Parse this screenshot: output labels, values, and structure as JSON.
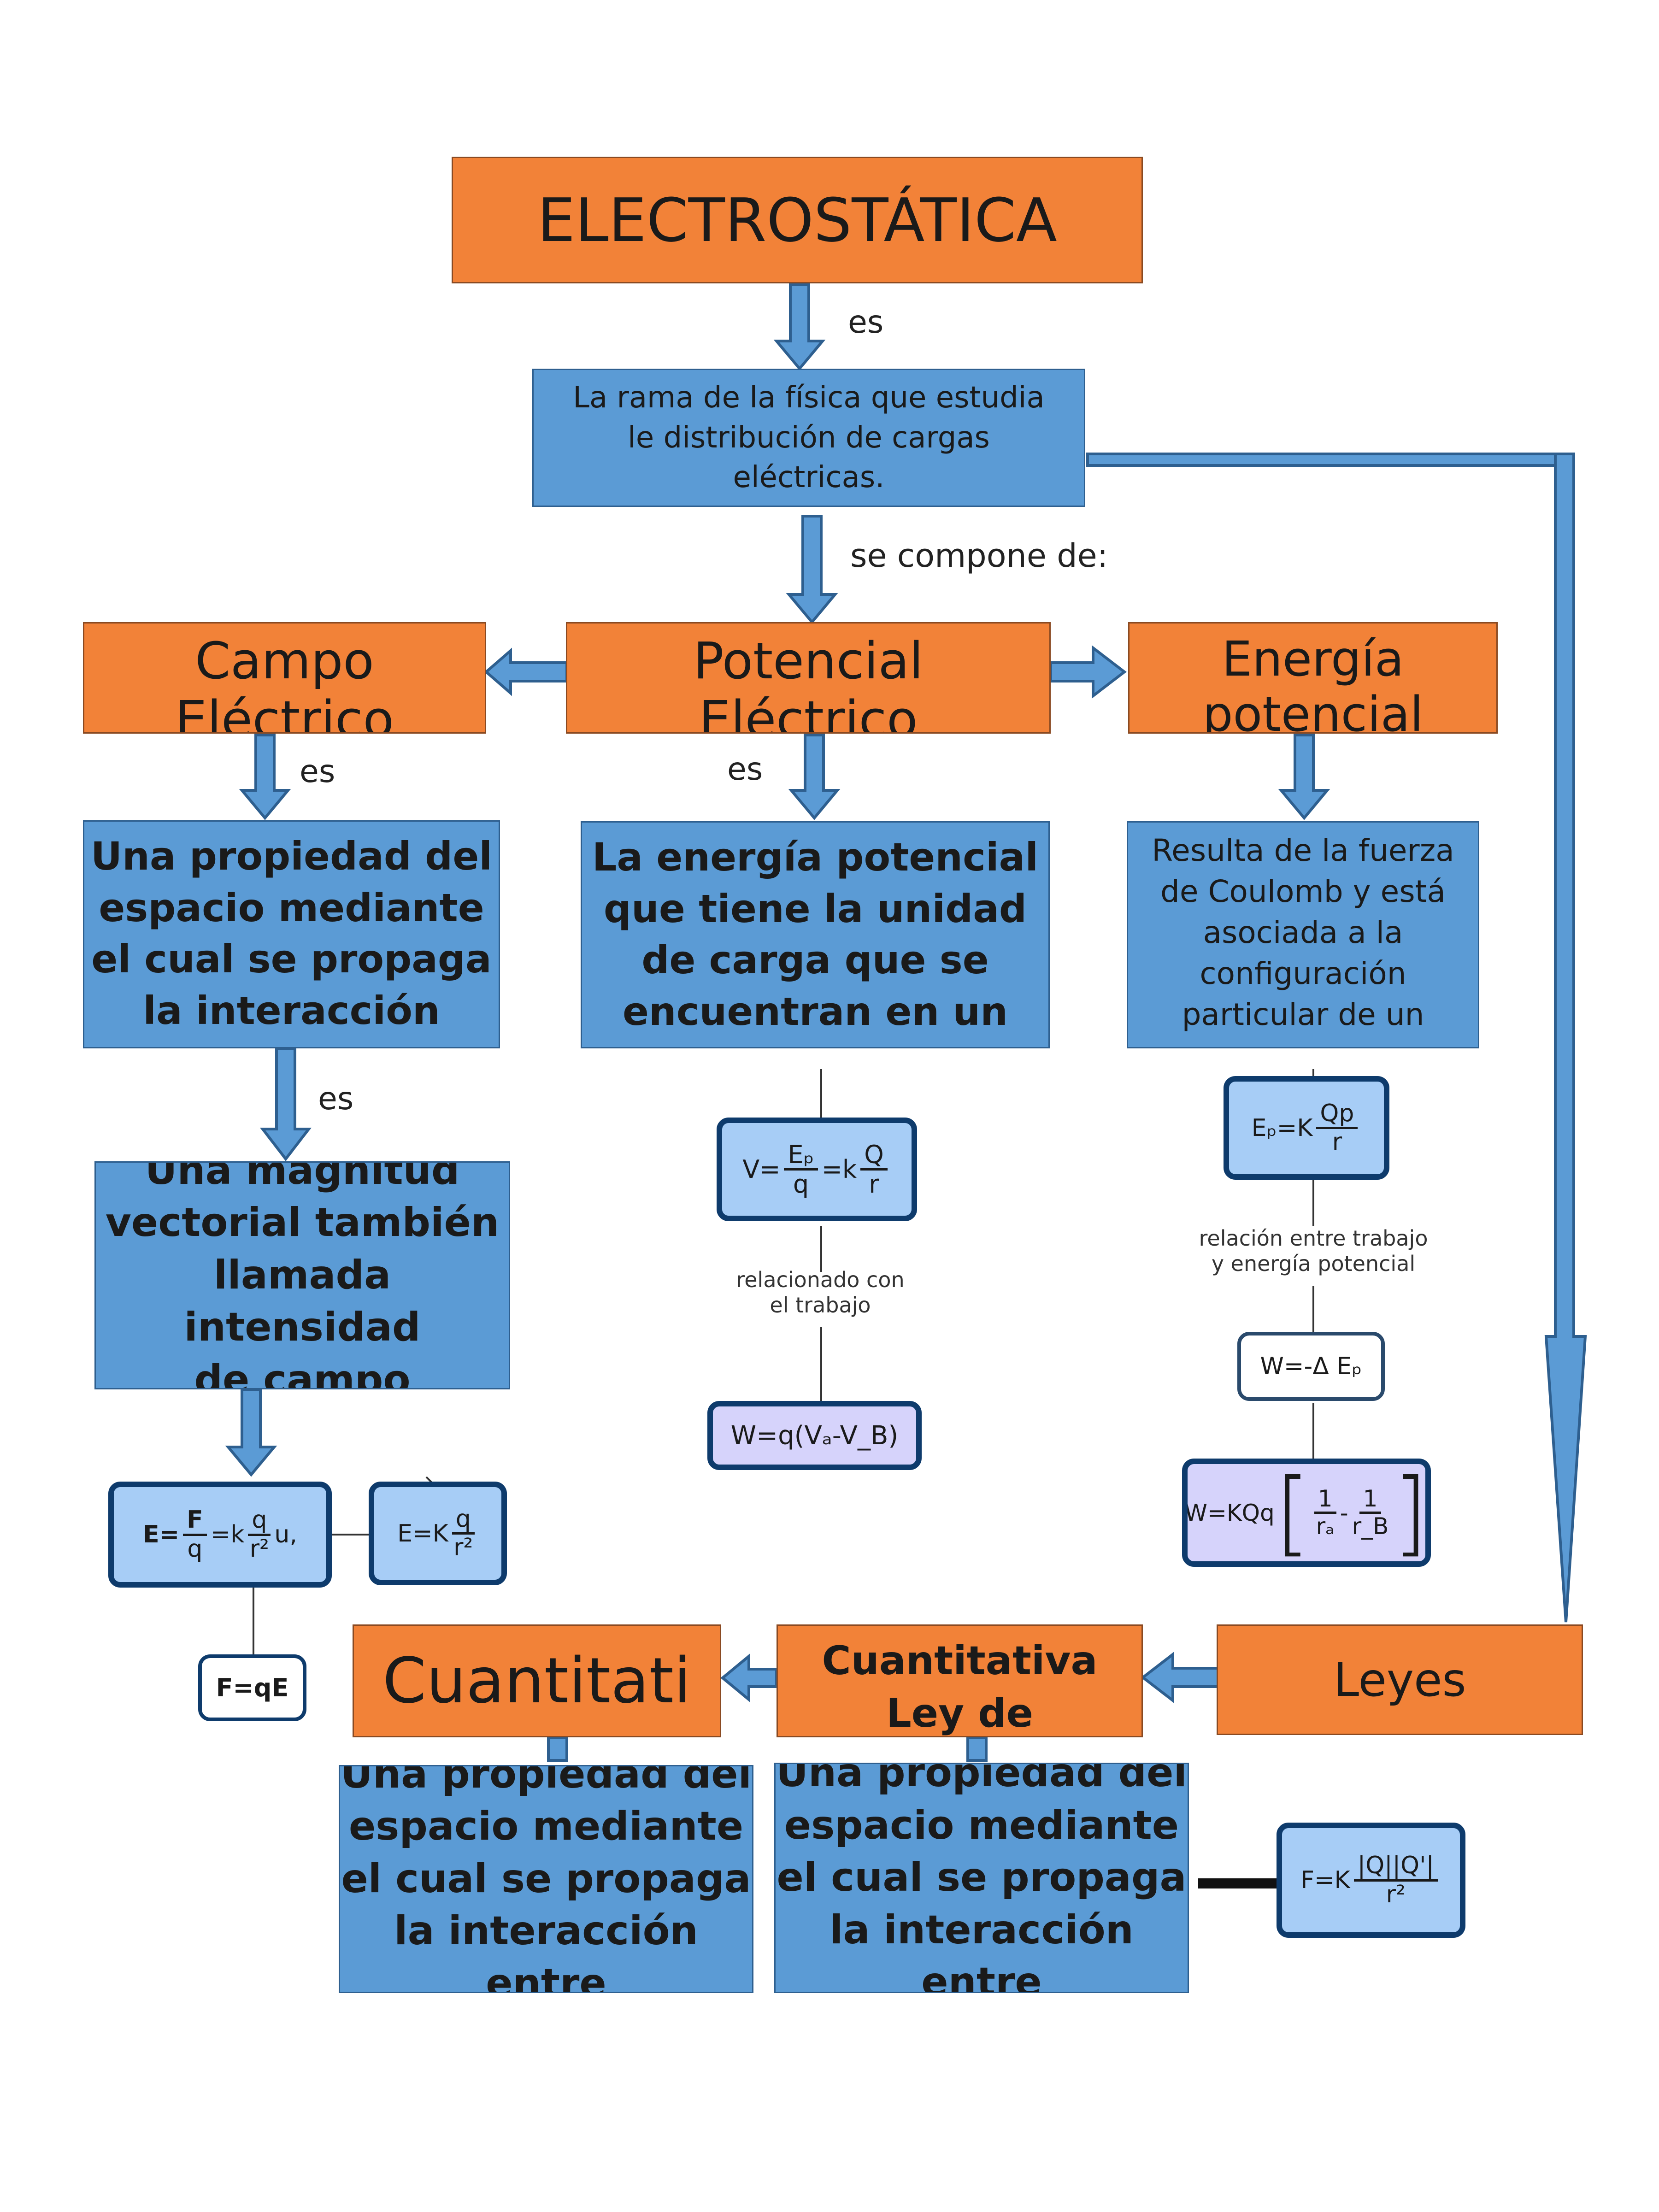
{
  "title": "ELECTROSTÁTICA",
  "link_es": "es",
  "definition": "La rama de la física que estudia\nle distribución  de cargas\neléctricas.",
  "link_compone": "se compone  de:",
  "campo": {
    "title": "Campo\nEléctrico",
    "link_es": "es",
    "desc": "Una propiedad del\nespacio mediante\nel cual se propaga\nla interacción entre",
    "link_es2": "es",
    "desc2": "Una magnitud\nvectorial también\nllamada intensidad\nde campo"
  },
  "potencial": {
    "title": "Potencial\nEléctrico",
    "link_es": "es",
    "desc": "La energía potencial\nque tiene la unidad\nde carga que se\nencuentran en un",
    "note": "relacionado con\nel trabajo"
  },
  "energia": {
    "title": "Energía\npotencial",
    "desc": "Resulta de la fuerza\nde Coulomb y está\nasociada a la\nconfiguración\nparticular de un",
    "note": "relación entre trabajo\ny energía potencial"
  },
  "leyes": "Leyes",
  "cuantitativa_ley": "Cuantitativa\nLey de",
  "cuantitati": "Cuantitati",
  "bottom_desc_left": "Una propiedad del\nespacio mediante\nel cual se propaga\nla interacción entre",
  "bottom_desc_right": "Una propiedad del\nespacio mediante\nel cual se propaga\nla interacción entre",
  "formulas": {
    "e_field_lhs": "E=",
    "e_field_f": "F",
    "e_field_q": "q",
    "e_field_k": "=k",
    "e_field_qn": "q",
    "e_field_r2": "r²",
    "e_field_u": "u,",
    "e_k_lhs": "E=K",
    "e_k_qn": "q",
    "e_k_r2": "r²",
    "f_qe_f": "F=q",
    "f_qe_e": "E",
    "v_lhs": "V=",
    "v_ep": "Eₚ",
    "v_q": "q",
    "v_k": "=k",
    "v_Q": "Q",
    "v_r": "r",
    "w_va_vb": "W=q(Vₐ-V_B)",
    "ep_lhs": "Eₚ=K",
    "ep_qp": "Qp",
    "ep_r": "r",
    "w_delta": "W=-Δ Eₚ",
    "w_kqq_lhs": "W=KQq",
    "w_kqq_one_a": "1",
    "w_kqq_ra": "rₐ",
    "w_kqq_minus": "-",
    "w_kqq_one_b": "1",
    "w_kqq_rb": "r_B",
    "coulomb_lhs": "F=K",
    "coulomb_num": "|Q||Q'|",
    "coulomb_den": "r²"
  },
  "colors": {
    "orange": "#f28238",
    "blue": "#5b9bd5",
    "formula_fill": "#a7cdf6",
    "formula_purple": "#d6d3fb",
    "formula_border": "#0e3b6c",
    "arrow_fill": "#5b9bd5",
    "arrow_stroke": "#2e5f8f"
  }
}
